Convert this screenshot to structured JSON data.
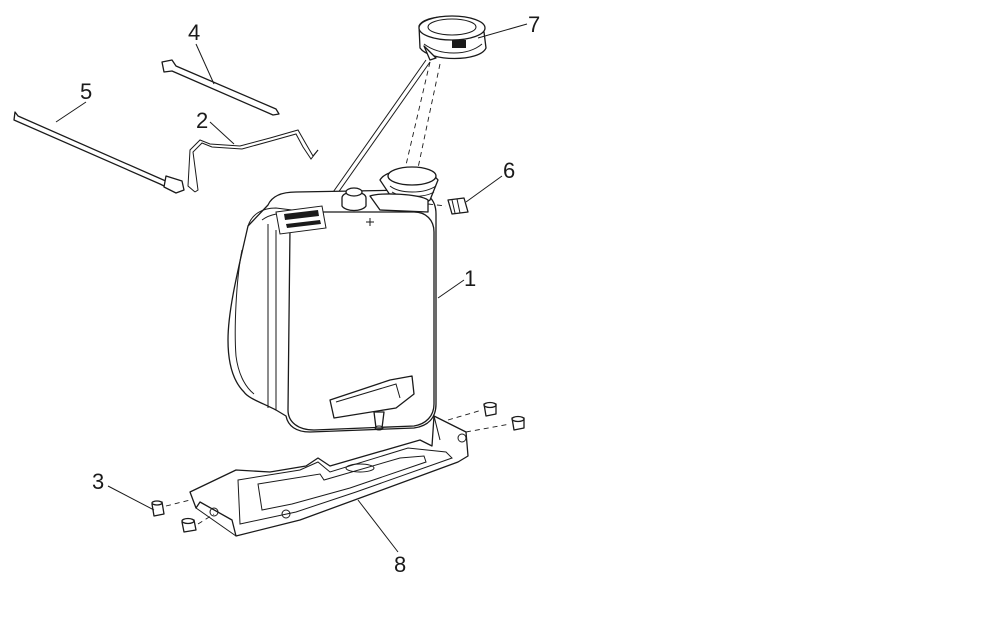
{
  "callouts": {
    "tank": "1",
    "hose": "2",
    "screw": "3",
    "cable_tie_small": "4",
    "cable_tie_large": "5",
    "fitting": "6",
    "cap": "7",
    "bracket": "8"
  }
}
